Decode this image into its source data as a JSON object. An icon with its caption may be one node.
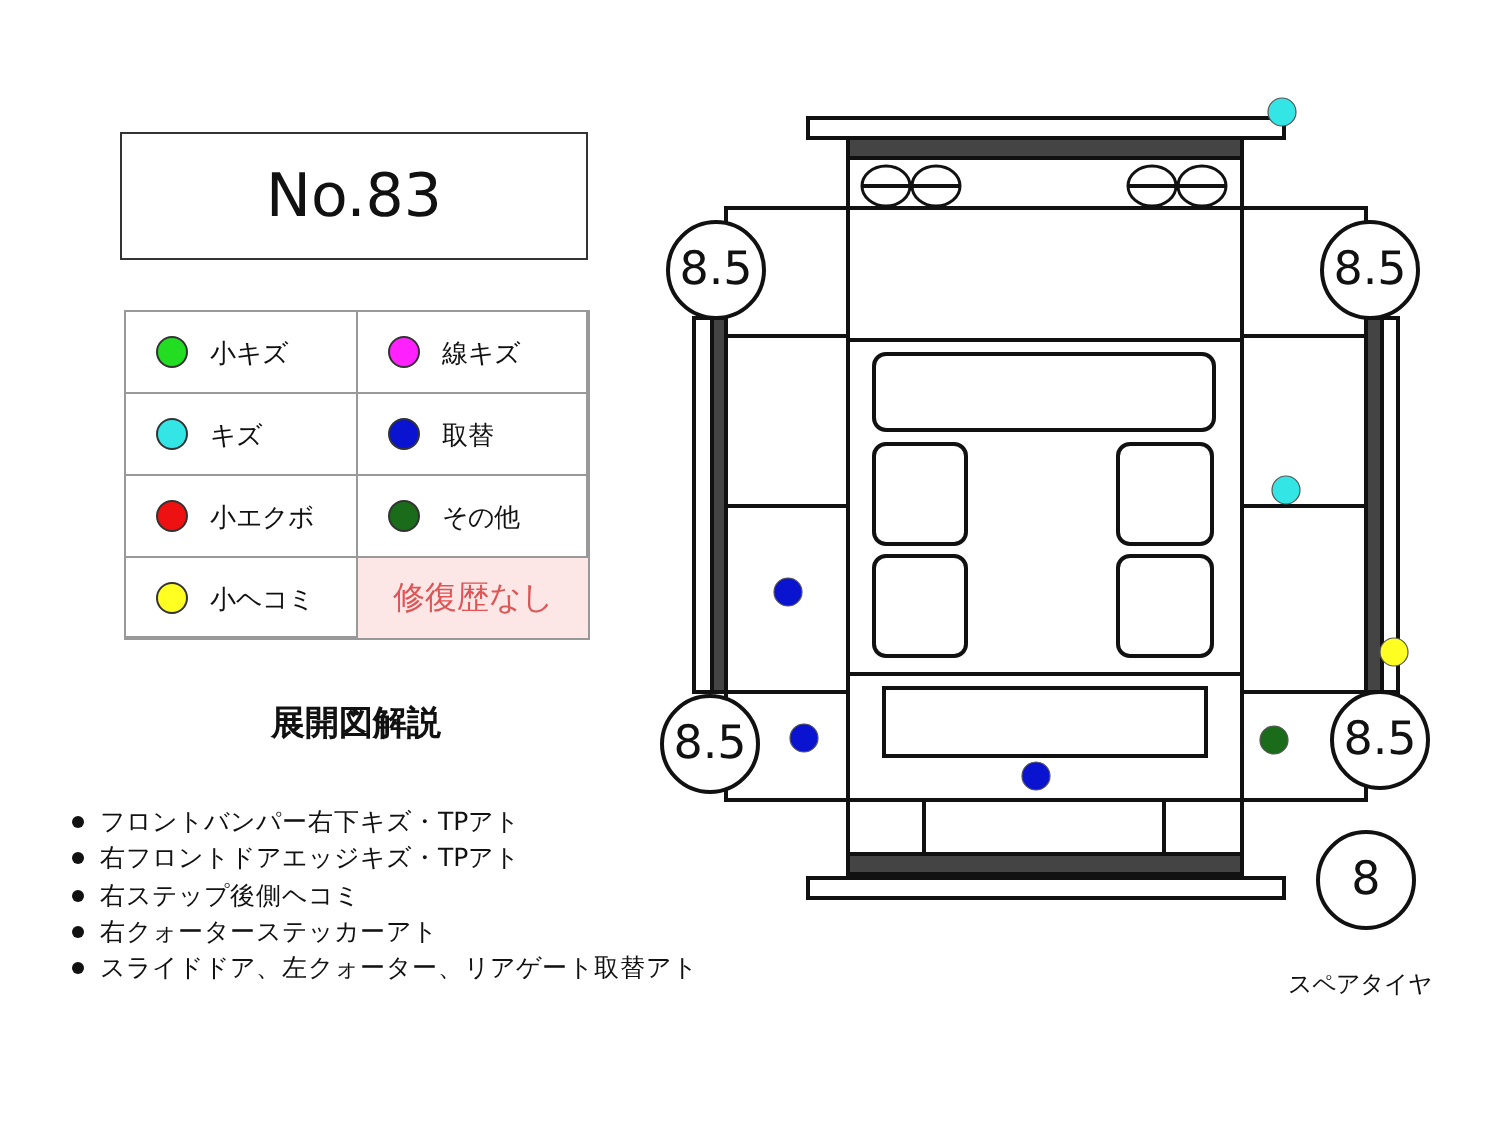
{
  "diagram": {
    "nodes": [
      {
        "text": [
          "No.83"
        ]
      },
      {
        "text": [
          "8.5"
        ]
      },
      {
        "text": [
          "8.5"
        ]
      },
      {
        "text": [
          "8.5"
        ]
      },
      {
        "text": [
          "8.5"
        ]
      },
      {
        "text": [
          "8"
        ],
        "beside": [
          "スペアタイヤ"
        ]
      }
    ],
    "edges": [],
    "labels": [
      "修復歴なし",
      "展開図解説",
      "フロントバンパー右下キズ・TPアト",
      "右フロントドアエッジキズ・TPアト",
      "右ステップ後側ヘコミ",
      "右クォーターステッカーアト",
      "スライドドア、左クォーター、リアゲート取替アト"
    ],
    "legend": [
      {
        "text": "小キズ",
        "color": "#22dd22"
      },
      {
        "text": "線キズ",
        "color": "#ff22ff"
      },
      {
        "text": "キズ",
        "color": "#33e5e5"
      },
      {
        "text": "取替",
        "color": "#0a14d0"
      },
      {
        "text": "小エクボ",
        "color": "#ee1111"
      },
      {
        "text": "その他",
        "color": "#1a6b1a"
      },
      {
        "text": "小ヘコミ",
        "color": "#ffff22"
      }
    ]
  }
}
